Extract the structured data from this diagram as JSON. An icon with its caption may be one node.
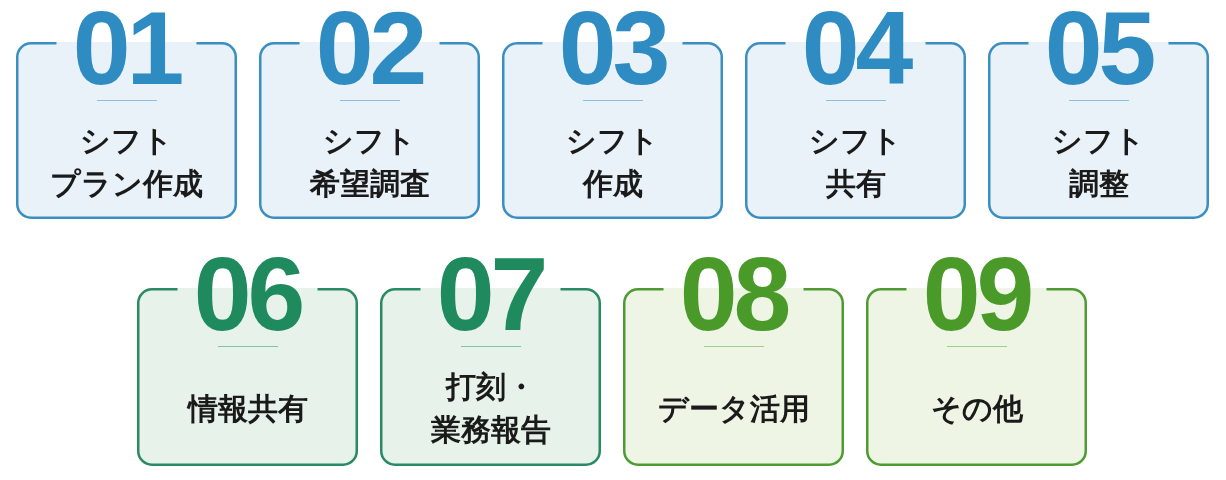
{
  "diagram": {
    "nodes": [
      {
        "text": [
          "01",
          "シフトプラン作成"
        ]
      },
      {
        "text": [
          "02",
          "シフト希望調査"
        ]
      },
      {
        "text": [
          "03",
          "シフト作成"
        ]
      },
      {
        "text": [
          "04",
          "シフト共有"
        ]
      },
      {
        "text": [
          "05",
          "シフト調整"
        ]
      },
      {
        "text": [
          "06",
          "情報共有"
        ]
      },
      {
        "text": [
          "07",
          "打刻・業務報告"
        ]
      },
      {
        "text": [
          "08",
          "データ活用"
        ]
      },
      {
        "text": [
          "09",
          "その他"
        ]
      }
    ]
  }
}
